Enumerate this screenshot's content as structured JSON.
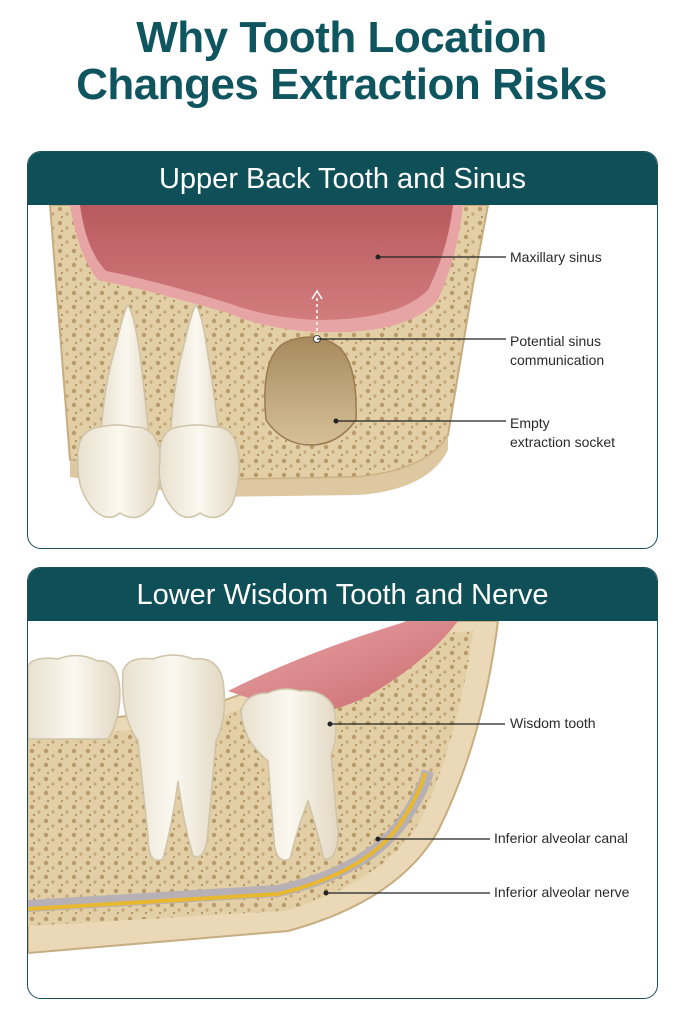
{
  "title": {
    "line1": "Why Tooth Location",
    "line2": "Changes Extraction Risks"
  },
  "panels": [
    {
      "header": "Upper Back Tooth and Sinus",
      "labels": [
        {
          "text": "Maxillary sinus"
        },
        {
          "text": "Potential sinus",
          "text2": "communication"
        },
        {
          "text": "Empty",
          "text2": "extraction socket"
        }
      ]
    },
    {
      "header": "Lower Wisdom Tooth and Nerve",
      "labels": [
        {
          "text": "Wisdom tooth"
        },
        {
          "text": "Inferior alveolar canal"
        },
        {
          "text": "Inferior alveolar nerve"
        }
      ]
    }
  ],
  "colors": {
    "title": "#0e5560",
    "header_bg": "#0f4f58",
    "bone": "#e8d5b0",
    "sinus": "#c86a6e",
    "gum": "#d98a8c",
    "enamel": "#f5f0e6",
    "nerve": "#e8b830"
  }
}
